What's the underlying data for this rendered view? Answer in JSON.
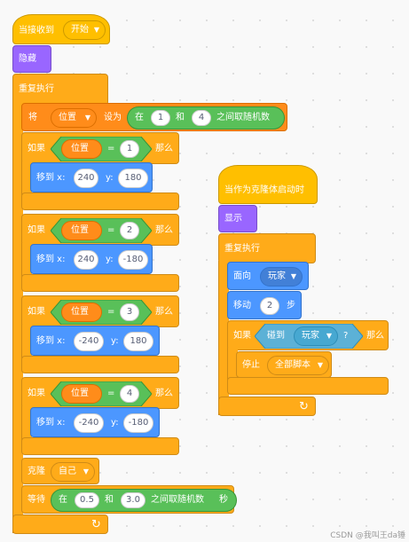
{
  "script_main": {
    "hat": {
      "label": "当接收到",
      "message": "开始"
    },
    "hide_label": "隐藏",
    "forever_label": "重复执行",
    "set_var": {
      "set_label": "将",
      "variable": "位置",
      "to_label": "设为",
      "random": {
        "in_label": "在",
        "from": "1",
        "and_label": "和",
        "to": "4",
        "suffix": "之间取随机数"
      }
    },
    "ifs": [
      {
        "if_label": "如果",
        "var": "位置",
        "eq": "=",
        "value": "1",
        "then_label": "那么",
        "goto": {
          "label": "移到 x:",
          "x": "240",
          "y_label": "y:",
          "y": "180"
        }
      },
      {
        "if_label": "如果",
        "var": "位置",
        "eq": "=",
        "value": "2",
        "then_label": "那么",
        "goto": {
          "label": "移到 x:",
          "x": "240",
          "y_label": "y:",
          "y": "-180"
        }
      },
      {
        "if_label": "如果",
        "var": "位置",
        "eq": "=",
        "value": "3",
        "then_label": "那么",
        "goto": {
          "label": "移到 x:",
          "x": "-240",
          "y_label": "y:",
          "y": "180"
        }
      },
      {
        "if_label": "如果",
        "var": "位置",
        "eq": "=",
        "value": "4",
        "then_label": "那么",
        "goto": {
          "label": "移到 x:",
          "x": "-240",
          "y_label": "y:",
          "y": "-180"
        }
      }
    ],
    "clone": {
      "label": "克隆",
      "target": "自己"
    },
    "wait": {
      "label": "等待",
      "in_label": "在",
      "from": "0.5",
      "and_label": "和",
      "to": "3.0",
      "suffix": "之间取随机数",
      "unit": "秒"
    }
  },
  "script_clone": {
    "hat_label": "当作为克隆体启动时",
    "show_label": "显示",
    "forever_label": "重复执行",
    "point": {
      "label": "面向",
      "target": "玩家"
    },
    "move": {
      "label": "移动",
      "steps": "2",
      "unit": "步"
    },
    "if_touch": {
      "if_label": "如果",
      "touch_label": "碰到",
      "target": "玩家",
      "q": "?",
      "then_label": "那么"
    },
    "stop": {
      "label": "停止",
      "option": "全部脚本"
    }
  },
  "watermark": "CSDN @我叫王da锤",
  "colors": {
    "events": "#FFBF00",
    "looks": "#9966FF",
    "control": "#FFAB19",
    "variables": "#FF8C1A",
    "motion": "#4C97FF",
    "operators": "#59C059",
    "sensing": "#5CB1D6"
  }
}
